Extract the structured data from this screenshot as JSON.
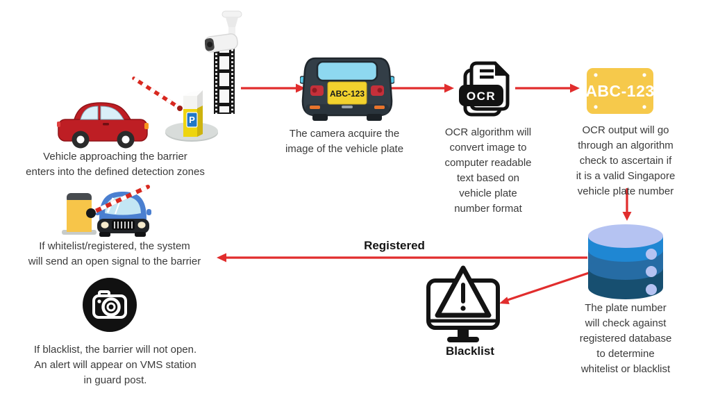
{
  "colors": {
    "arrow_red": "#E12D2D",
    "caption_text": "#3A3A3A",
    "label_text": "#141414",
    "plate_yellow": "#F6C94B",
    "db_top": "#B5C3F2",
    "db_band1": "#1F87D3",
    "db_band2": "#266CA4",
    "db_band3": "#174F70"
  },
  "captions": {
    "detection": "Vehicle approaching the barrier\nenters into the defined detection zones",
    "camera": "The camera acquire the\nimage of the vehicle plate",
    "ocr": "OCR algorithm will\nconvert image to\ncomputer readable\ntext based on\nvehicle plate\nnumber format",
    "validation": "OCR output will go\nthrough an algorithm\ncheck to ascertain if\nit is a valid Singapore\nvehicle plate number",
    "database": "The plate number\nwill check against\nregistered database\nto determine\nwhitelist or blacklist",
    "whitelist": "If whitelist/registered, the system\nwill send an open signal to the barrier",
    "blacklist": "If blacklist, the barrier will not open.\nAn alert will appear on VMS station\nin guard post."
  },
  "labels": {
    "registered": "Registered",
    "blacklist": "Blacklist"
  },
  "plate_number": "ABC-123",
  "ocr_badge": "OCR",
  "parking_sign": "P"
}
